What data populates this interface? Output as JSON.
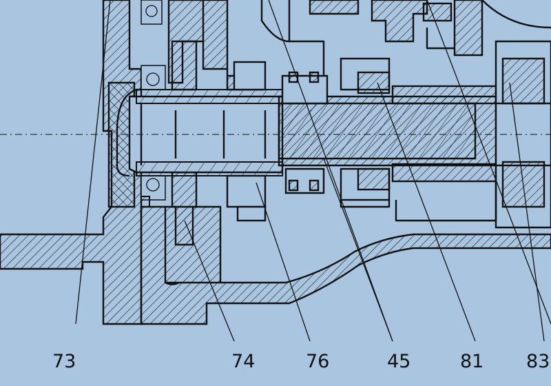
{
  "labels": [
    {
      "id": "73",
      "text": "73"
    },
    {
      "id": "74",
      "text": "74"
    },
    {
      "id": "76",
      "text": "76"
    },
    {
      "id": "45",
      "text": "45"
    },
    {
      "id": "81",
      "text": "81"
    },
    {
      "id": "83",
      "text": "83"
    }
  ],
  "colors": {
    "background": "#a9c5e0",
    "ink": "#111111"
  }
}
